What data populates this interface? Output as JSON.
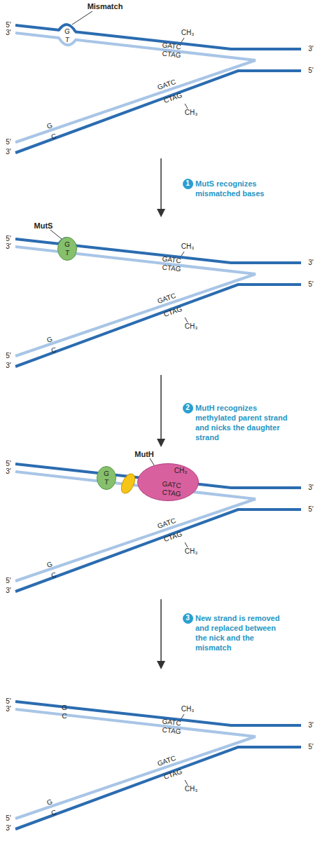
{
  "diagram": {
    "nodes": [
      {
        "text": [
          "1"
        ]
      },
      {
        "text": [
          "MutS",
          "G",
          "T"
        ]
      },
      {
        "text": [
          "2"
        ]
      },
      {
        "text": [
          "G",
          "T"
        ]
      },
      {
        "text": [
          "MutH",
          "CH₃",
          "GATC"
        ]
      },
      {
        "text": [
          "3"
        ]
      }
    ],
    "labels": [
      "Mismatch",
      "5′",
      "3′",
      "G",
      "T",
      "CH₃",
      "GATC",
      "CTAG",
      "3′",
      "G",
      "C",
      "GATC",
      "CTAG",
      "CH₃",
      "5′",
      "5′",
      "3′",
      "MutS recognizes mismatched bases",
      "5′",
      "3′",
      "CH₃",
      "GATC",
      "CTAG",
      "3′",
      "G",
      "C",
      "GATC",
      "CTAG",
      "CH₃",
      "5′",
      "5′",
      "3′",
      "MutH recognizes methylated parent strand and nicks the daughter strand",
      "5′",
      "3′",
      "CTAG",
      "3′",
      "G",
      "C",
      "GATC",
      "CTAG",
      "CH₃",
      "5′",
      "5′",
      "3′",
      "New strand is removed and replaced between the nick and the mismatch",
      "5′",
      "3′",
      "G",
      "C",
      "CH₃",
      "GATC",
      "CTAG",
      "3′",
      "G",
      "C",
      "GATC",
      "CTAG",
      "CH₃",
      "5′",
      "5′",
      "3′"
    ]
  }
}
